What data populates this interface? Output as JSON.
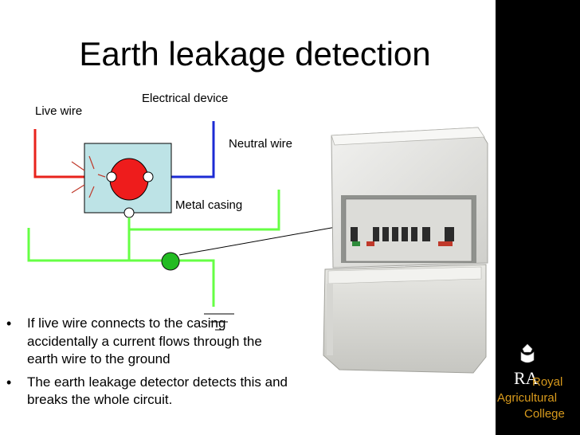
{
  "title": "Earth leakage detection",
  "labels": {
    "live_wire": "Live wire",
    "electrical_device": "Electrical device",
    "neutral_wire": "Neutral wire",
    "metal_casing": "Metal casing"
  },
  "bullets": [
    "If live wire connects to the casing accidentally a current flows through the earth wire to the ground",
    "The earth leakage detector detects this and breaks the whole circuit."
  ],
  "logo": {
    "line1": "Royal",
    "line2": "Agricultural",
    "line3": "College",
    "monogram": "RA"
  },
  "colors": {
    "live": "#e8231c",
    "neutral": "#1c2bd4",
    "earth": "#66ff44",
    "device_fill": "#bde3e6",
    "sidebar": "#000000",
    "logo_text": "#d89a1c"
  }
}
